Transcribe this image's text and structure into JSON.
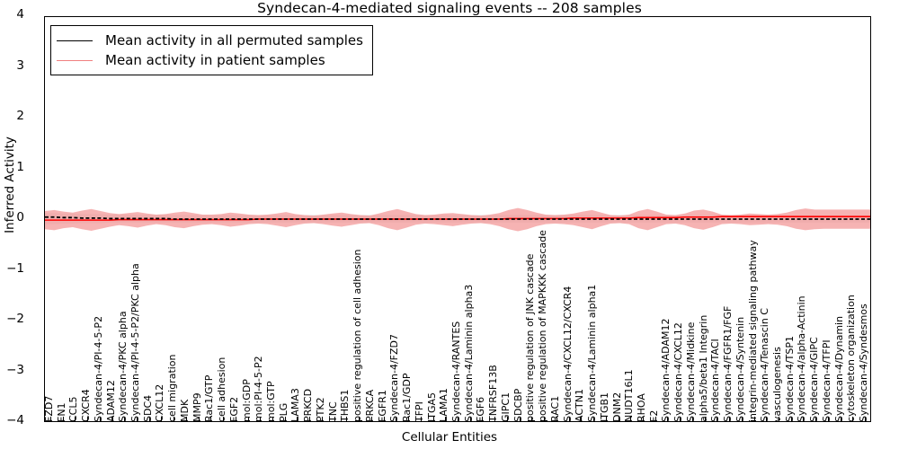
{
  "chart_data": {
    "type": "line",
    "title": "Syndecan-4-mediated signaling events -- 208 samples",
    "xlabel": "Cellular Entities",
    "ylabel": "Inferred Activity",
    "ylim": [
      -4,
      4
    ],
    "yticks": [
      4,
      3,
      2,
      1,
      0,
      -1,
      -2,
      -3,
      -4
    ],
    "grid": false,
    "legend_position": "upper left",
    "colors": {
      "permuted_line": "#000000",
      "permuted_band": "#d9d9d9",
      "patient_line": "#ff0000",
      "patient_band": "#f4a0a0",
      "legend_patient_line": "#f08080",
      "axis": "#000000",
      "background": "#ffffff"
    },
    "series": [
      {
        "name": "Mean activity in all permuted samples",
        "style": "dashed",
        "color": "#000000",
        "band_color": "#d9d9d9",
        "values": [
          0.04,
          0.04,
          0.03,
          0.03,
          0.02,
          0.02,
          0.02,
          0.01,
          0.01,
          0.01,
          0.01,
          0.01,
          0.01,
          0.01,
          0.0,
          0.0,
          0.0,
          0.0,
          0.0,
          0.0,
          0.0,
          0.0,
          0.0,
          0.0,
          0.0,
          0.0,
          0.0,
          0.0,
          0.0,
          0.0,
          0.0,
          0.0,
          0.0,
          0.0,
          0.0,
          0.0,
          0.0,
          0.0,
          0.0,
          0.0,
          0.0,
          0.0,
          0.0,
          0.0,
          0.0,
          0.0,
          0.0,
          0.0,
          0.0,
          0.0,
          0.0,
          0.0,
          0.0,
          0.0,
          0.0,
          0.0,
          0.0,
          0.0,
          0.0,
          0.0,
          0.0,
          0.0,
          0.0,
          0.0,
          0.0,
          0.0,
          0.0,
          0.0,
          0.0,
          0.0,
          0.0,
          0.0,
          0.0,
          0.0,
          0.0,
          0.0,
          0.0,
          0.0,
          0.0,
          0.0,
          0.0,
          0.0,
          0.0,
          0.0,
          0.0,
          0.0,
          0.0,
          0.0,
          0.0,
          0.0
        ],
        "band_lower": [
          -0.1,
          -0.1,
          -0.09,
          -0.09,
          -0.08,
          -0.08,
          -0.08,
          -0.07,
          -0.07,
          -0.07,
          -0.07,
          -0.07,
          -0.07,
          -0.07,
          -0.07,
          -0.07,
          -0.07,
          -0.07,
          -0.07,
          -0.07,
          -0.07,
          -0.07,
          -0.07,
          -0.07,
          -0.07,
          -0.07,
          -0.07,
          -0.07,
          -0.07,
          -0.07,
          -0.07,
          -0.07,
          -0.07,
          -0.07,
          -0.07,
          -0.07,
          -0.07,
          -0.07,
          -0.07,
          -0.07,
          -0.07,
          -0.07,
          -0.07,
          -0.07,
          -0.07,
          -0.07,
          -0.07,
          -0.07,
          -0.07,
          -0.07,
          -0.07,
          -0.07,
          -0.07,
          -0.07,
          -0.07,
          -0.07,
          -0.07,
          -0.07,
          -0.07,
          -0.07,
          -0.07,
          -0.07,
          -0.07,
          -0.07,
          -0.07,
          -0.07,
          -0.07,
          -0.07,
          -0.07,
          -0.07,
          -0.07,
          -0.07,
          -0.07,
          -0.07,
          -0.07,
          -0.07,
          -0.07,
          -0.07,
          -0.07,
          -0.07,
          -0.07,
          -0.07,
          -0.07,
          -0.07,
          -0.07,
          -0.07,
          -0.07,
          -0.07,
          -0.07,
          -0.07
        ],
        "band_upper": [
          0.12,
          0.12,
          0.11,
          0.11,
          0.1,
          0.1,
          0.1,
          0.09,
          0.09,
          0.09,
          0.09,
          0.09,
          0.09,
          0.09,
          0.08,
          0.08,
          0.08,
          0.08,
          0.08,
          0.08,
          0.08,
          0.08,
          0.08,
          0.08,
          0.08,
          0.08,
          0.08,
          0.08,
          0.08,
          0.08,
          0.08,
          0.08,
          0.08,
          0.08,
          0.08,
          0.08,
          0.08,
          0.08,
          0.08,
          0.08,
          0.08,
          0.08,
          0.08,
          0.08,
          0.08,
          0.08,
          0.08,
          0.08,
          0.08,
          0.08,
          0.08,
          0.08,
          0.08,
          0.08,
          0.08,
          0.08,
          0.08,
          0.08,
          0.08,
          0.08,
          0.08,
          0.08,
          0.08,
          0.08,
          0.08,
          0.08,
          0.08,
          0.08,
          0.08,
          0.08,
          0.08,
          0.08,
          0.08,
          0.08,
          0.08,
          0.08,
          0.08,
          0.08,
          0.08,
          0.08,
          0.08,
          0.08,
          0.08,
          0.08,
          0.08,
          0.08,
          0.08,
          0.08,
          0.08,
          0.08
        ]
      },
      {
        "name": "Mean activity in patient samples",
        "style": "solid",
        "color": "#ff0000",
        "band_color": "#f4a0a0",
        "values": [
          -0.02,
          -0.02,
          -0.02,
          -0.02,
          -0.02,
          -0.02,
          -0.02,
          -0.02,
          -0.01,
          -0.01,
          -0.01,
          -0.01,
          -0.01,
          -0.01,
          -0.01,
          -0.01,
          -0.01,
          -0.01,
          -0.01,
          -0.01,
          -0.01,
          -0.01,
          -0.01,
          0.0,
          0.0,
          0.0,
          0.0,
          0.0,
          0.0,
          0.0,
          0.0,
          0.0,
          0.0,
          0.0,
          0.0,
          0.0,
          0.0,
          0.0,
          0.0,
          0.0,
          0.0,
          0.0,
          0.0,
          0.0,
          0.0,
          0.0,
          0.0,
          0.0,
          0.0,
          0.0,
          0.01,
          0.01,
          0.01,
          0.01,
          0.01,
          0.01,
          0.01,
          0.02,
          0.02,
          0.02,
          0.02,
          0.02,
          0.02,
          0.02,
          0.03,
          0.03,
          0.03,
          0.03,
          0.03,
          0.04,
          0.04,
          0.04,
          0.04,
          0.05,
          0.05,
          0.05,
          0.05,
          0.05,
          0.05,
          0.05,
          0.05,
          0.05,
          0.05,
          0.05,
          0.05,
          0.05,
          0.05,
          0.05,
          0.05,
          0.05
        ],
        "band_lower": [
          -0.2,
          -0.22,
          -0.18,
          -0.16,
          -0.2,
          -0.23,
          -0.19,
          -0.15,
          -0.12,
          -0.14,
          -0.17,
          -0.13,
          -0.1,
          -0.12,
          -0.16,
          -0.18,
          -0.14,
          -0.11,
          -0.1,
          -0.12,
          -0.15,
          -0.13,
          -0.1,
          -0.09,
          -0.1,
          -0.13,
          -0.16,
          -0.12,
          -0.09,
          -0.08,
          -0.1,
          -0.13,
          -0.15,
          -0.12,
          -0.09,
          -0.08,
          -0.12,
          -0.18,
          -0.22,
          -0.17,
          -0.11,
          -0.09,
          -0.1,
          -0.12,
          -0.14,
          -0.11,
          -0.09,
          -0.08,
          -0.1,
          -0.14,
          -0.2,
          -0.24,
          -0.2,
          -0.14,
          -0.1,
          -0.09,
          -0.1,
          -0.12,
          -0.16,
          -0.2,
          -0.14,
          -0.09,
          -0.08,
          -0.1,
          -0.18,
          -0.22,
          -0.16,
          -0.1,
          -0.09,
          -0.12,
          -0.18,
          -0.21,
          -0.16,
          -0.1,
          -0.09,
          -0.1,
          -0.12,
          -0.11,
          -0.1,
          -0.11,
          -0.14,
          -0.19,
          -0.22,
          -0.2,
          -0.19,
          -0.19,
          -0.19,
          -0.19,
          -0.19,
          -0.19
        ],
        "band_upper": [
          0.16,
          0.18,
          0.15,
          0.13,
          0.17,
          0.2,
          0.16,
          0.12,
          0.1,
          0.12,
          0.14,
          0.11,
          0.09,
          0.1,
          0.13,
          0.15,
          0.12,
          0.09,
          0.09,
          0.1,
          0.13,
          0.11,
          0.09,
          0.08,
          0.09,
          0.11,
          0.14,
          0.1,
          0.08,
          0.07,
          0.09,
          0.11,
          0.13,
          0.1,
          0.08,
          0.07,
          0.11,
          0.16,
          0.2,
          0.15,
          0.1,
          0.08,
          0.09,
          0.11,
          0.12,
          0.1,
          0.08,
          0.07,
          0.09,
          0.12,
          0.18,
          0.22,
          0.18,
          0.13,
          0.09,
          0.08,
          0.09,
          0.11,
          0.15,
          0.18,
          0.13,
          0.08,
          0.07,
          0.09,
          0.16,
          0.2,
          0.15,
          0.09,
          0.08,
          0.11,
          0.17,
          0.19,
          0.15,
          0.09,
          0.08,
          0.09,
          0.11,
          0.1,
          0.09,
          0.1,
          0.13,
          0.18,
          0.21,
          0.19,
          0.19,
          0.19,
          0.19,
          0.19,
          0.19,
          0.19
        ]
      }
    ],
    "categories": [
      "FZD7",
      "FN1",
      "CCL5",
      "CXCR4",
      "Syndecan-4/PI-4-5-P2",
      "ADAM12",
      "Syndecan-4/PKC alpha",
      "Syndecan-4/PI-4-5-P2/PKC alpha",
      "SDC4",
      "CXCL12",
      "cell migration",
      "MDK",
      "MMP9",
      "Rac1/GTP",
      "cell adhesion",
      "FGF2",
      "mol:GDP",
      "mol:PI-4-5-P2",
      "mol:GTP",
      "PLG",
      "LAMA3",
      "PRKCD",
      "PTK2",
      "TNC",
      "THBS1",
      "positive regulation of cell adhesion",
      "PRKCA",
      "FGFR1",
      "Syndecan-4/FZD7",
      "Rac1/GDP",
      "TFPI",
      "ITGA5",
      "LAMA1",
      "Syndecan-4/RANTES",
      "Syndecan-4/Laminin alpha3",
      "FGF6",
      "TNFRSF13B",
      "GIPC1",
      "SDCBP",
      "positive regulation of JNK cascade",
      "positive regulation of MAPKKK cascade",
      "RAC1",
      "Syndecan-4/CXCL12/CXCR4",
      "ACTN1",
      "Syndecan-4/Laminin alpha1",
      "ITGB1",
      "DNM2",
      "NUDT16L1",
      "RHOA",
      "F2",
      "Syndecan-4/ADAM12",
      "Syndecan-4/CXCL12",
      "Syndecan-4/Midkine",
      "alpha5/beta1 Integrin",
      "Syndecan-4/TACI",
      "Syndecan-4/FGFR1/FGF",
      "Syndecan-4/Syntenin",
      "integrin-mediated signaling pathway",
      "Syndecan-4/Tenascin C",
      "vasculogenesis",
      "Syndecan-4/TSP1",
      "Syndecan-4/alpha-Actinin",
      "Syndecan-4/GIPC",
      "Syndecan-4/TFPI",
      "Syndecan-4/Dynamin",
      "cytoskeleton organization",
      "Syndecan-4/Syndesmos"
    ]
  },
  "legend": {
    "items": [
      {
        "label": "Mean activity in all permuted samples"
      },
      {
        "label": "Mean activity in patient samples"
      }
    ]
  }
}
